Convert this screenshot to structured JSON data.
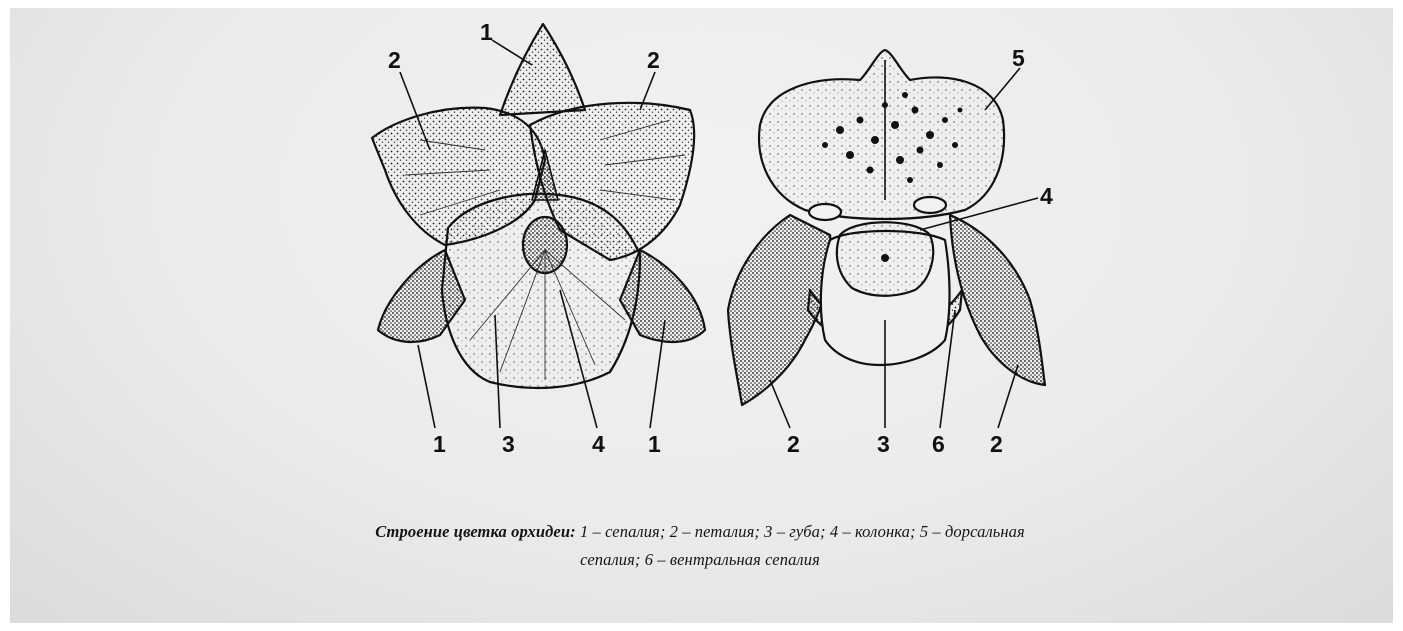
{
  "colors": {
    "ink": "#111111",
    "paper": "#eceaeb"
  },
  "left_flower": {
    "labels": {
      "top_sepal": "1",
      "petal_left": "2",
      "petal_right": "2",
      "bottom_sepal_left": "1",
      "lip": "3",
      "column": "4",
      "bottom_sepal_right": "1"
    }
  },
  "right_flower": {
    "labels": {
      "dorsal_sepal": "5",
      "column": "4",
      "petal_left": "2",
      "lip": "3",
      "ventral_sepal": "6",
      "petal_right": "2"
    }
  },
  "caption": {
    "title": "Строение цветка орхидеи:",
    "line1": "1 – сепалия; 2 – петалия; 3 – губа; 4 – колонка; 5 – дорсальная",
    "line2": "сепалия; 6 – вентральная сепалия"
  }
}
